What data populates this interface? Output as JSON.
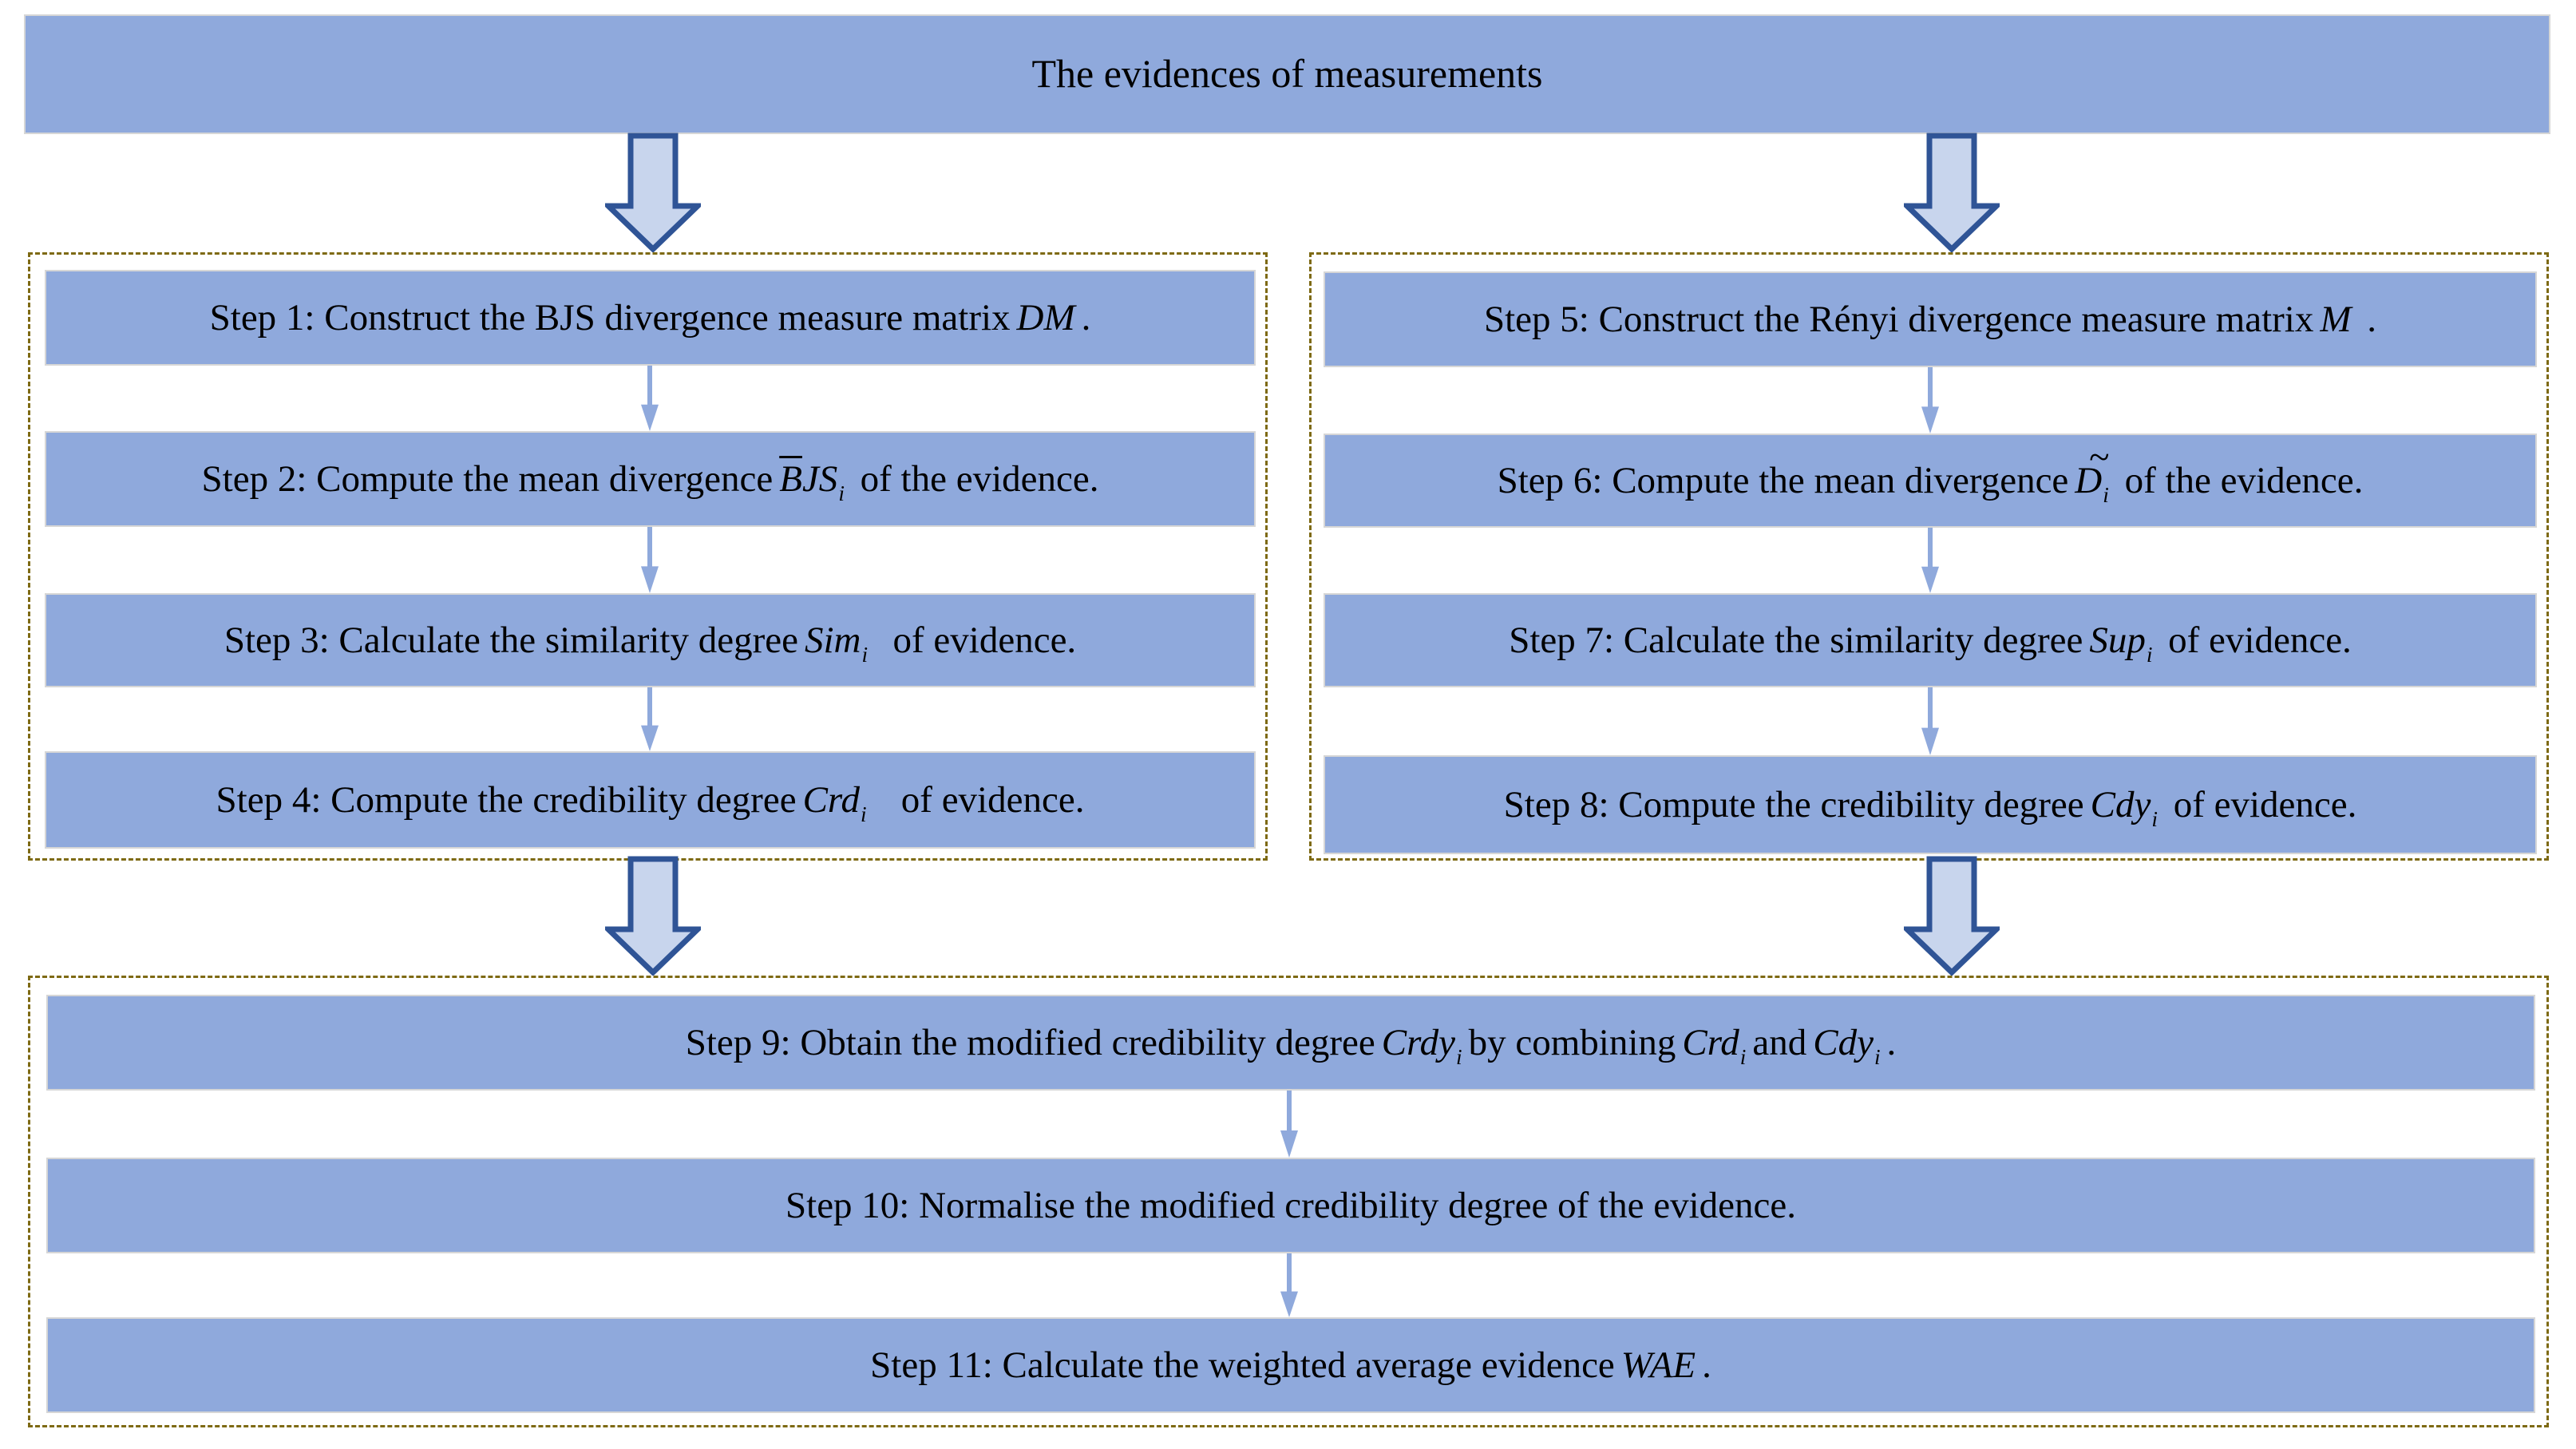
{
  "title": "The evidences of measurements",
  "colors": {
    "box_fill": "#8fa9dc",
    "box_border": "#d6d6d6",
    "block_arrow_fill": "#c8d5ed",
    "block_arrow_border": "#2f5496",
    "connector_arrow": "#8fa9dc",
    "panel_dash": "#7e6a14",
    "text": "#000000"
  },
  "steps": {
    "s1": {
      "prefix": "Step 1: Construct the BJS divergence measure matrix",
      "sym": "DM",
      "suffix": "."
    },
    "s2": {
      "prefix": "Step 2: Compute the mean divergence",
      "over": "B",
      "sym": "JS",
      "sub": "i",
      "suffix": " of the evidence."
    },
    "s3": {
      "prefix": "Step 3: Calculate the similarity degree",
      "sym": "Sim",
      "sub": "i",
      "suffix": "  of evidence."
    },
    "s4": {
      "prefix": "Step 4: Compute the credibility degree",
      "sym": "Crd",
      "sub": "i",
      "suffix": "   of evidence."
    },
    "s5": {
      "prefix": "Step 5: Construct the Rényi divergence measure matrix",
      "sym": "M",
      "suffix": " ."
    },
    "s6": {
      "prefix": "Step 6: Compute the mean divergence",
      "sym": "D",
      "tilde": "~",
      "sub": "i",
      "suffix": " of the evidence."
    },
    "s7": {
      "prefix": "Step 7: Calculate the similarity degree",
      "sym": "Sup",
      "sub": "i",
      "suffix": " of evidence."
    },
    "s8": {
      "prefix": "Step 8: Compute the credibility degree",
      "sym": "Cdy",
      "sub": "i",
      "suffix": " of evidence."
    },
    "s9": {
      "prefix": "Step 9: Obtain the modified credibility degree",
      "sym1": "Crdy",
      "sub1": "i",
      "mid1": "by combining",
      "sym2": "Crd",
      "sub2": "i",
      "mid2": "and",
      "sym3": "Cdy",
      "sub3": "i",
      "suffix": "."
    },
    "s10": {
      "text": "Step 10: Normalise the modified credibility degree of the evidence."
    },
    "s11": {
      "prefix": "Step 11: Calculate the weighted average evidence",
      "sym": "WAE",
      "suffix": "."
    }
  }
}
